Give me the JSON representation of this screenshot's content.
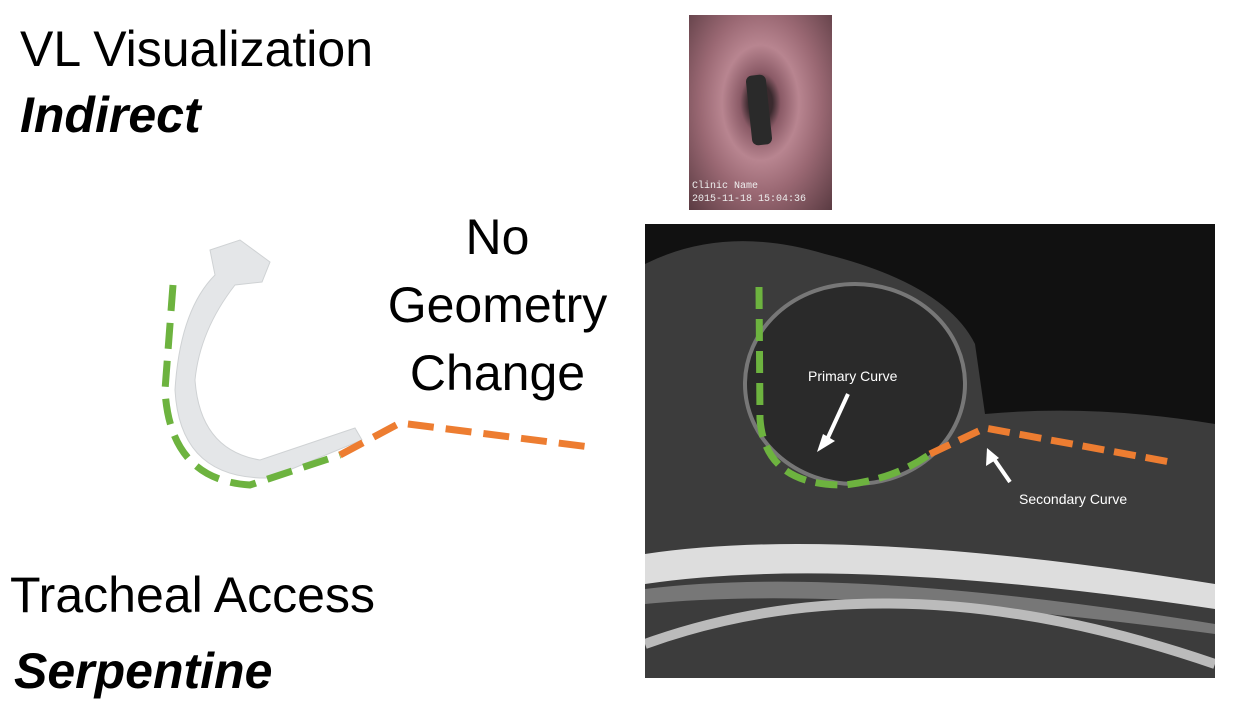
{
  "visualization": {
    "heading": "VL Visualization",
    "value": "Indirect"
  },
  "access": {
    "heading": "Tracheal Access",
    "value": "Serpentine"
  },
  "center_caption": [
    "No",
    "Geometry",
    "Change"
  ],
  "scope_image": {
    "caption_line1": "Clinic Name",
    "caption_line2": "2015-11-18  15:04:36"
  },
  "mri": {
    "primary_label": "Primary Curve",
    "secondary_label": "Secondary Curve"
  },
  "colors": {
    "green": "#6db33f",
    "orange": "#ed7d31"
  }
}
